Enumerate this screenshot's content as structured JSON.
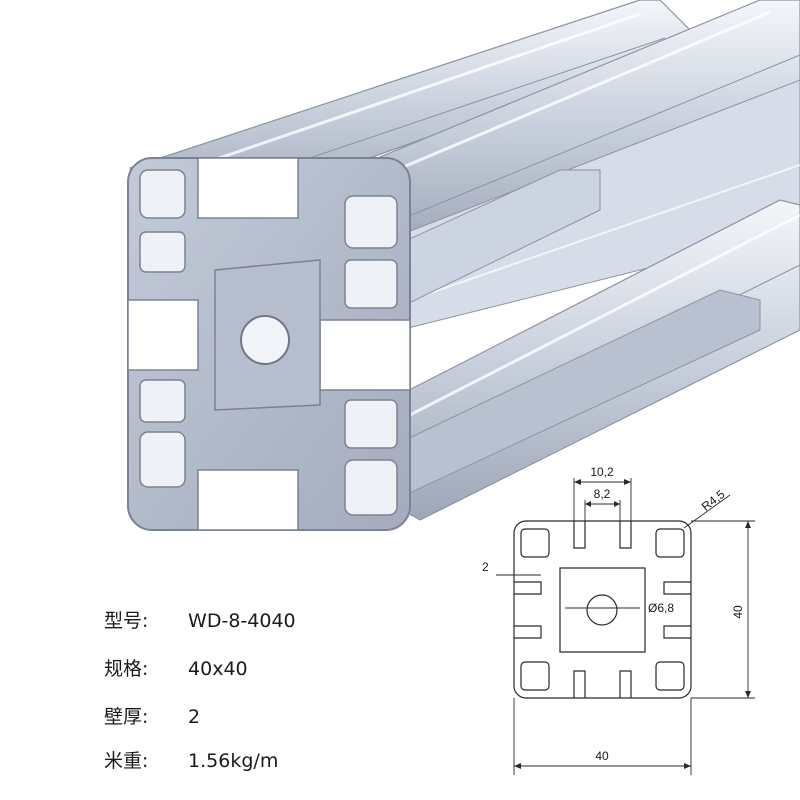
{
  "colors": {
    "profile_light": "#dde3ee",
    "profile_mid": "#b9c2d3",
    "profile_dark": "#9aa3b5",
    "outline": "#7b8293",
    "drawing_line": "#2a2a2a"
  },
  "drawing": {
    "dim_slot_outer": "10,2",
    "dim_slot_inner": "8,2",
    "dim_radius": "R4,5",
    "dim_wall": "2",
    "dim_hole": "Ø6,8",
    "dim_height": "40",
    "dim_width": "40"
  },
  "specs": [
    {
      "label": "型号:",
      "value": "WD-8-4040"
    },
    {
      "label": "规格:",
      "value": "40x40"
    },
    {
      "label": "壁厚:",
      "value": "2"
    },
    {
      "label": "米重:",
      "value": "1.56kg/m"
    }
  ]
}
